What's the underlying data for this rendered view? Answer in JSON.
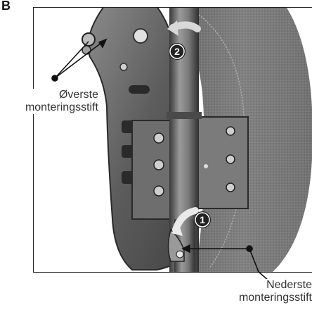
{
  "figure": {
    "letter": "B"
  },
  "labels": {
    "upper_pin_line1": "Øverste",
    "upper_pin_line2": "monteringsstift",
    "lower_pin_line1": "Nederste",
    "lower_pin_line2": "monteringsstift"
  },
  "steps": {
    "step1": "1",
    "step2": "2"
  },
  "colors": {
    "frame": "#222222",
    "text": "#333333",
    "metal": "#6b6b6b",
    "pole": "#8a8a8a",
    "cushion": "#7c7c7c"
  }
}
